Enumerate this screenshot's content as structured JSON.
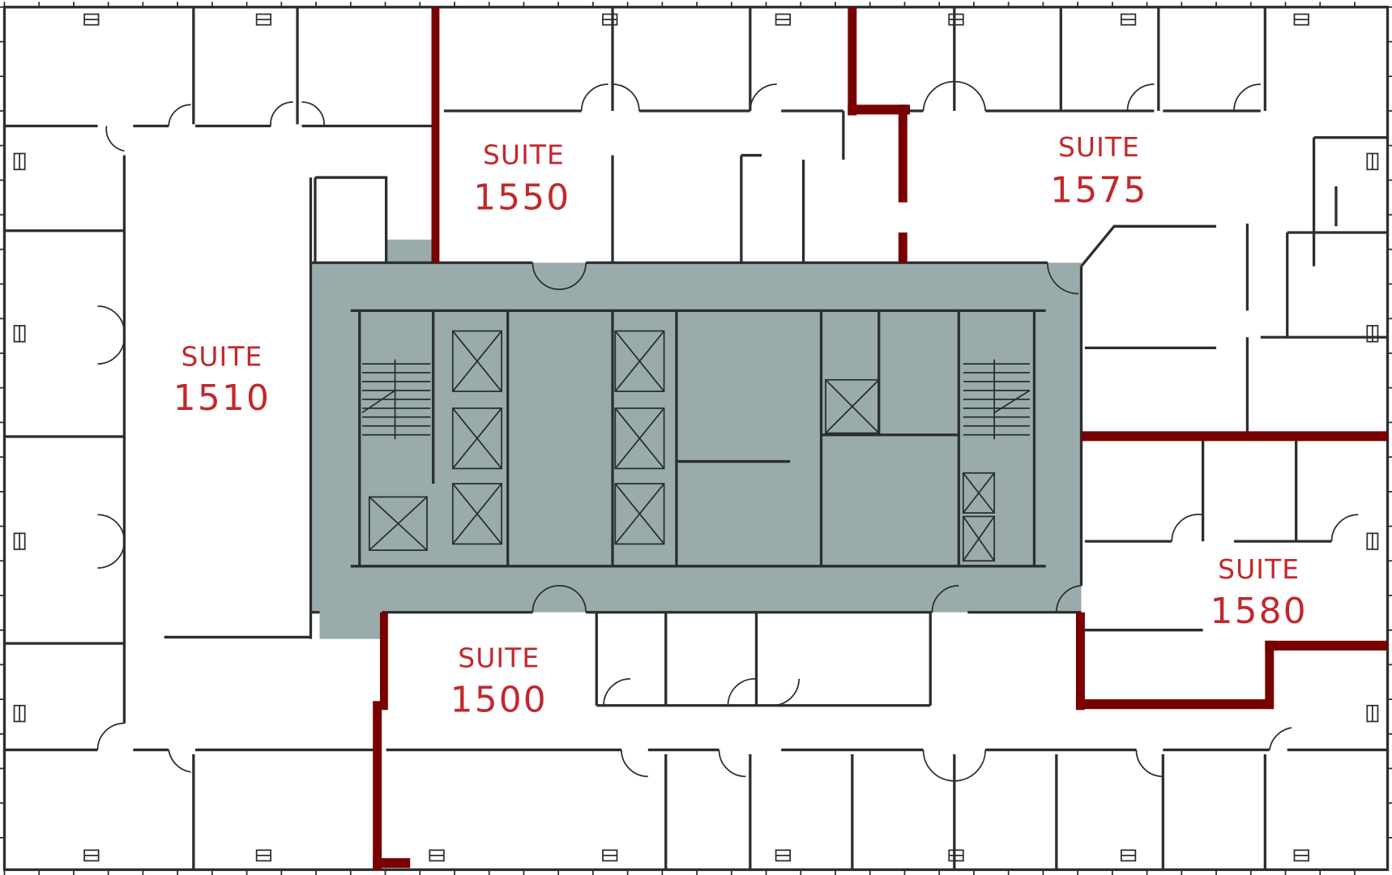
{
  "plan": {
    "suites": [
      {
        "word": "SUITE",
        "number": "1510"
      },
      {
        "word": "SUITE",
        "number": "1550"
      },
      {
        "word": "SUITE",
        "number": "1575"
      },
      {
        "word": "SUITE",
        "number": "1500"
      },
      {
        "word": "SUITE",
        "number": "1580"
      }
    ]
  },
  "colors": {
    "core": "#9aabab",
    "demising_wall": "#780000",
    "label": "#c2282c",
    "wall": "#2a2e2e"
  }
}
